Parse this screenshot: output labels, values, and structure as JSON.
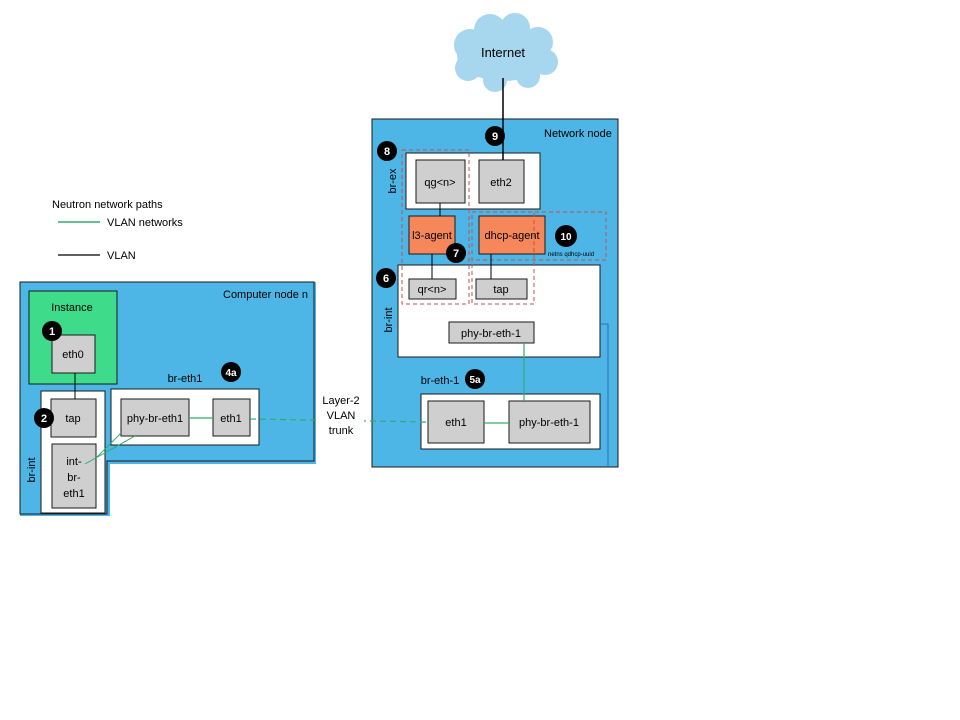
{
  "legend": {
    "title": "Neutron network paths",
    "items": [
      {
        "label": "VLAN networks",
        "color": "#2eae6e"
      },
      {
        "label": "VLAN",
        "color": "#000000"
      }
    ]
  },
  "internet": {
    "label": "Internet"
  },
  "compute_node": {
    "title": "Computer node n",
    "instance": {
      "label": "Instance",
      "iface": "eth0"
    },
    "br_int": {
      "label": "br-int",
      "tap": "tap",
      "patch": [
        "int-",
        "br-",
        "eth1"
      ]
    },
    "br_eth1": {
      "label": "br-eth1",
      "ports": [
        "phy-br-eth1",
        "eth1"
      ]
    }
  },
  "trunk": {
    "lines": [
      "Layer-2",
      "VLAN",
      "trunk"
    ]
  },
  "network_node": {
    "title": "Network node",
    "br_ex": {
      "label": "br-ex",
      "ports": [
        "qg<n>",
        "eth2"
      ]
    },
    "l3_agent": "l3-agent",
    "dhcp_agent": "dhcp-agent",
    "netns_note": "netns qdhcp-uuid",
    "br_int": {
      "label": "br-int",
      "ports": [
        "qr<n>",
        "tap",
        "phy-br-eth-1"
      ]
    },
    "br_eth_1": {
      "label": "br-eth-1",
      "ports": [
        "eth1",
        "phy-br-eth-1"
      ]
    }
  },
  "markers": [
    "1",
    "2",
    "4a",
    "5a",
    "6",
    "7",
    "8",
    "9",
    "10"
  ],
  "colors": {
    "node_fill": "#4db6e6",
    "instance_fill": "#3ddb8a",
    "port_fill": "#cfcfcf",
    "agent_fill": "#f5875a",
    "vlan_green": "#2eae6e",
    "namespace_dash": "#c0504d",
    "cloud": "#a7d7ee"
  }
}
